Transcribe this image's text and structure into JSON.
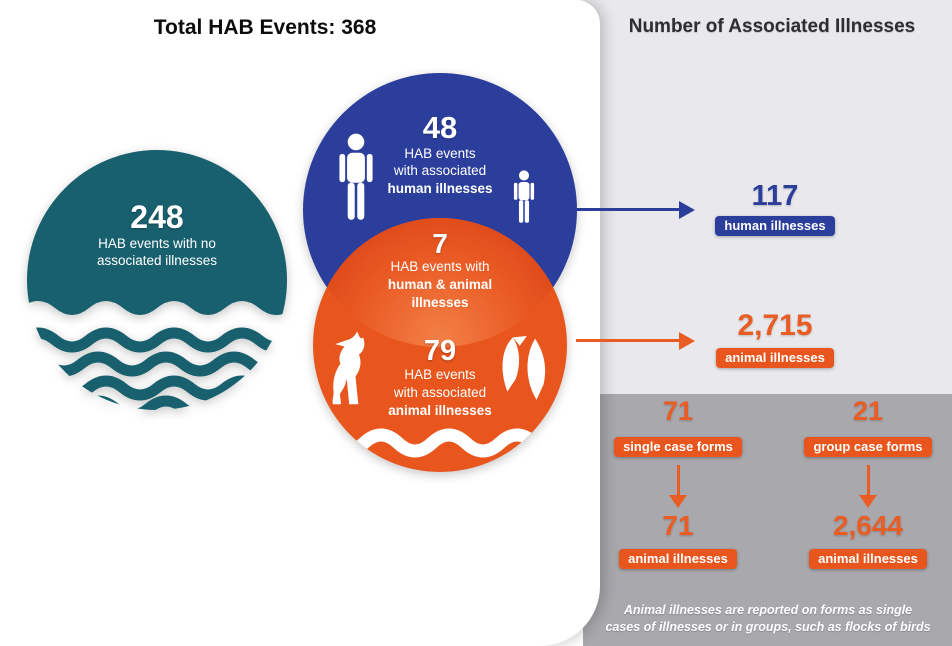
{
  "colors": {
    "teal": "#19606f",
    "blue": "#2b3e9c",
    "orange": "#e8561e",
    "orange-text": "#e95d24",
    "panel-light": "#e9e9ed",
    "panel-dark": "#a8a8ad",
    "title": "#0d0d0d",
    "right-title": "#2e2e31"
  },
  "left": {
    "title": "Total HAB Events: 368",
    "no_illness": {
      "value": "248",
      "line1": "HAB events with no",
      "line2": "associated illnesses"
    },
    "human": {
      "value": "48",
      "line1": "HAB events",
      "line2": "with associated",
      "line3": "human illnesses"
    },
    "overlap": {
      "value": "7",
      "line1": "HAB events with",
      "line2": "human & animal",
      "line3": "illnesses"
    },
    "animal": {
      "value": "79",
      "line1": "HAB events",
      "line2": "with associated",
      "line3": "animal illnesses"
    }
  },
  "right": {
    "title": "Number of Associated Illnesses",
    "human_total": {
      "value": "117",
      "label": "human illnesses"
    },
    "animal_total": {
      "value": "2,715",
      "label": "animal illnesses"
    },
    "breakdown": {
      "single": {
        "count": "71",
        "form_label": "single case forms",
        "result": "71",
        "result_label": "animal illnesses"
      },
      "group": {
        "count": "21",
        "form_label": "group case forms",
        "result": "2,644",
        "result_label": "animal illnesses"
      },
      "note1": "Animal illnesses are reported on forms as single",
      "note2": "cases of illnesses or in groups, such as flocks of birds"
    }
  },
  "icons": {
    "person": "person-icon",
    "dog": "dog-icon",
    "fish": "fish-icon",
    "waves": "water-waves-icon"
  }
}
